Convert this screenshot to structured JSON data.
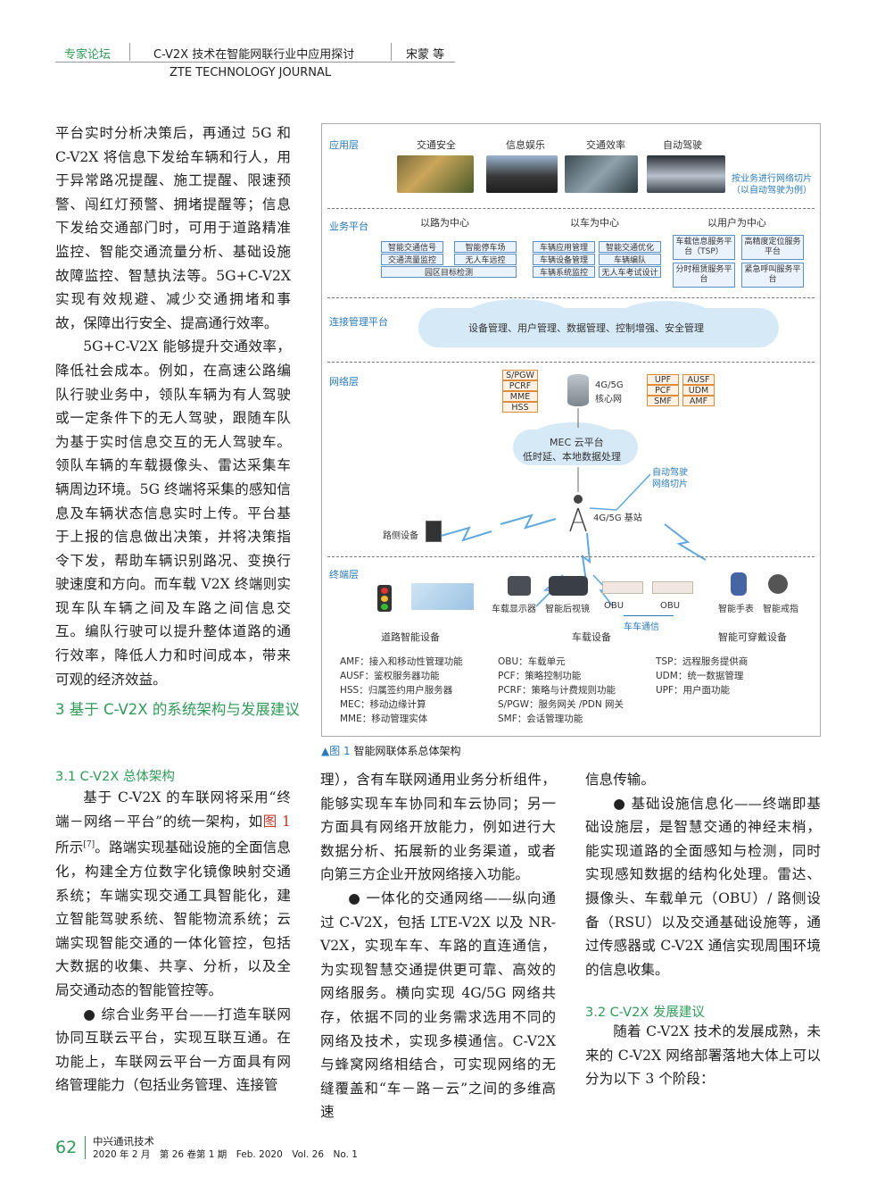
{
  "header": {
    "section": "专家论坛",
    "title": "C-V2X 技术在智能网联行业中应用探讨",
    "author": "宋蒙 等",
    "journal": "ZTE TECHNOLOGY JOURNAL"
  },
  "col1": {
    "p1": "平台实时分析决策后，再通过 5G 和 C-V2X 将信息下发给车辆和行人，用于异常路况提醒、施工提醒、限速预警、闯红灯预警、拥堵提醒等；信息下发给交通部门时，可用于道路精准监控、智能交通流量分析、基础设施故障监控、智慧执法等。5G+C-V2X 实现有效规避、减少交通拥堵和事故，保障出行安全、提高通行效率。",
    "p2": "5G+C-V2X 能够提升交通效率，降低社会成本。例如，在高速公路编队行驶业务中，领队车辆为有人驾驶或一定条件下的无人驾驶，跟随车队为基于实时信息交互的无人驾驶车。领队车辆的车载摄像头、雷达采集车辆周边环境。5G 终端将采集的感知信息及车辆状态信息实时上传。平台基于上报的信息做出决策，并将决策指令下发，帮助车辆识别路况、变换行驶速度和方向。而车载 V2X 终端则实现车队车辆之间及车路之间信息交互。编队行驶可以提升整体道路的通行效率，降低人力和时间成本，带来可观的经济效益。",
    "h2": "3 基于 C-V2X 的系统架构与发展建议",
    "h3": "3.1 C-V2X 总体架构",
    "p3a": "基于 C-V2X 的车联网将采用“终端－网络－平台”的统一架构，如",
    "p3ref": "图 1",
    "p3b": "所示",
    "p3sup": "[7]",
    "p3c": "。路端实现基础设施的全面信息化，构建全方位数字化镜像映射交通系统；车端实现交通工具智能化，建立智能驾驶系统、智能物流系统；云端实现智能交通的一体化管控，包括大数据的收集、共享、分析，以及全局交通动态的智能管控等。",
    "p4": "● 综合业务平台——打造车联网协同互联云平台，实现互联互通。在功能上，车联网云平台一方面具有网络管理能力（包括业务管理、连接管"
  },
  "col2": {
    "p1": "理），含有车联网通用业务分析组件，能够实现车车协同和车云协同；另一方面具有网络开放能力，例如进行大数据分析、拓展新的业务渠道，或者向第三方企业开放网络接入功能。",
    "p2": "● 一体化的交通网络——纵向通过 C-V2X，包括 LTE-V2X 以及 NR-V2X，实现车车、车路的直连通信，为实现智慧交通提供更可靠、高效的网络服务。横向实现 4G/5G 网络共存，依据不同的业务需求选用不同的网络及技术，实现多模通信。C-V2X 与蜂窝网络相结合，可实现网络的无缝覆盖和“车－路－云”之间的多维高速"
  },
  "col3": {
    "p1": "信息传输。",
    "p2": "● 基础设施信息化——终端即基础设施层，是智慧交通的神经末梢，能实现道路的全面感知与检测，同时实现感知数据的结构化处理。雷达、摄像头、车载单元（OBU）/ 路侧设备（RSU）以及交通基础设施等，通过传感器或 C-V2X 通信实现周围环境的信息收集。",
    "h3": "3.2 C-V2X 发展建议",
    "p3": "随着 C-V2X 技术的发展成熟，未来的 C-V2X 网络部署落地大体上可以分为以下 3 个阶段："
  },
  "figure": {
    "layers": {
      "app": "应用层",
      "biz": "业务平台",
      "conn": "连接管理平台",
      "net": "网络层",
      "term": "终端层"
    },
    "app_items": [
      "交通安全",
      "信息娱乐",
      "交通效率",
      "自动驾驶"
    ],
    "slice_note_1": "按业务进行网络切片",
    "slice_note_2": "（以自动驾驶为例）",
    "biz_groups": [
      "以路为中心",
      "以车为中心",
      "以用户为中心"
    ],
    "road_cells": [
      "智能交通信号",
      "智能停车场",
      "交通流量监控",
      "无人车远控",
      "园区目标检测"
    ],
    "car_cells": [
      "车辆应用管理",
      "智能交通优化",
      "车辆设备管理",
      "车辆编队",
      "车辆系统监控",
      "无人车考试设计"
    ],
    "user_cells": [
      "车载信息服务平台（TSP）",
      "高精度定位服务平台",
      "分时租赁服务平台",
      "紧急呼叫服务平台"
    ],
    "conn_text": "设备管理、用户管理、数据管理、控制增强、安全管理",
    "net_left": [
      "S/PGW",
      "PCRF",
      "MME",
      "HSS"
    ],
    "core_label_1": "4G/5G",
    "core_label_2": "核心网",
    "net_right": [
      "UPF",
      "AUSF",
      "PCF",
      "UDM",
      "SMF",
      "AMF"
    ],
    "mec_1": "MEC 云平台",
    "mec_2": "低时延、本地数据处理",
    "ad_slice_1": "自动驾驶",
    "ad_slice_2": "网络切片",
    "base": "4G/5G 基站",
    "rsu": "路侧设备",
    "term_items": [
      "车载显示器",
      "智能后视镜",
      "OBU",
      "OBU",
      "智能手表",
      "智能戒指"
    ],
    "v2v": "车车通信",
    "term_groups": [
      "道路智能设备",
      "车载设备",
      "智能可穿戴设备"
    ],
    "legend_col1": [
      "AMF：接入和移动性管理功能",
      "AUSF：鉴权服务器功能",
      "HSS：归属签约用户服务器",
      "MEC：移动边缘计算",
      "MME：移动管理实体"
    ],
    "legend_col2": [
      "OBU：车载单元",
      "PCF：策略控制功能",
      "PCRF：策略与计费规则功能",
      "S/PGW：服务网关 /PDN 网关",
      "SMF：会话管理功能"
    ],
    "legend_col3": [
      "TSP：远程服务提供商",
      "UDM：统一数据管理",
      "UPF：用户面功能"
    ],
    "caption_mark": "▲图 1",
    "caption": "智能网联体系总体架构"
  },
  "footer": {
    "page": "62",
    "journal": "中兴通讯技术",
    "issue": "2020 年 2 月　第 26 卷第 1 期　Feb. 2020　Vol. 26　No. 1"
  }
}
